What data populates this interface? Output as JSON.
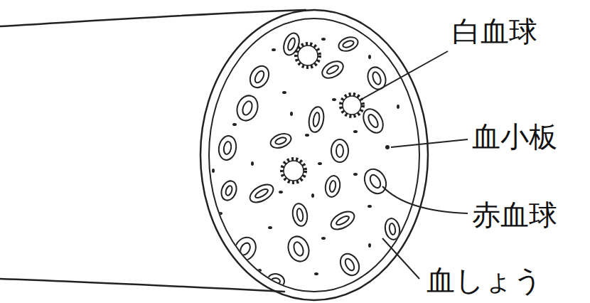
{
  "diagram": {
    "labels": [
      "白血球",
      "血小板",
      "赤血球",
      "血しょう"
    ]
  }
}
